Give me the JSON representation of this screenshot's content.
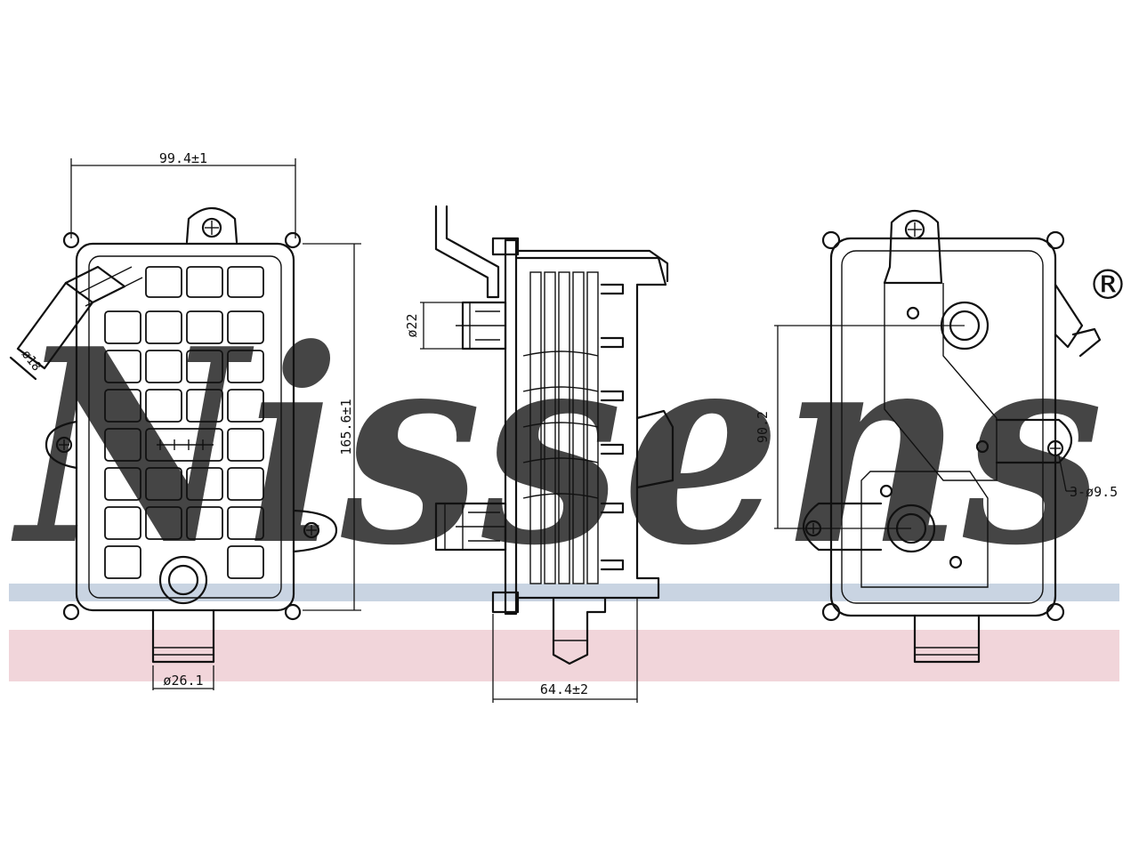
{
  "watermark": {
    "brand": "Nissens",
    "registered_mark": "®",
    "brand_color": "#aebfd6",
    "band_blue_color": "#c9d4e2",
    "band_red_color": "#f1d5da"
  },
  "dimensions": {
    "overall_width": "99.4±1",
    "overall_height": "165.6±1",
    "left_port_diameter": "ø18",
    "bottom_port_diameter": "ø26.1",
    "side_port_diameter": "ø22",
    "depth": "64.4±2",
    "hole_spacing": "90.2",
    "mounting_holes": "3-ø9.5"
  },
  "views": {
    "front": "front-view",
    "side": "side-view",
    "back": "back-view"
  }
}
